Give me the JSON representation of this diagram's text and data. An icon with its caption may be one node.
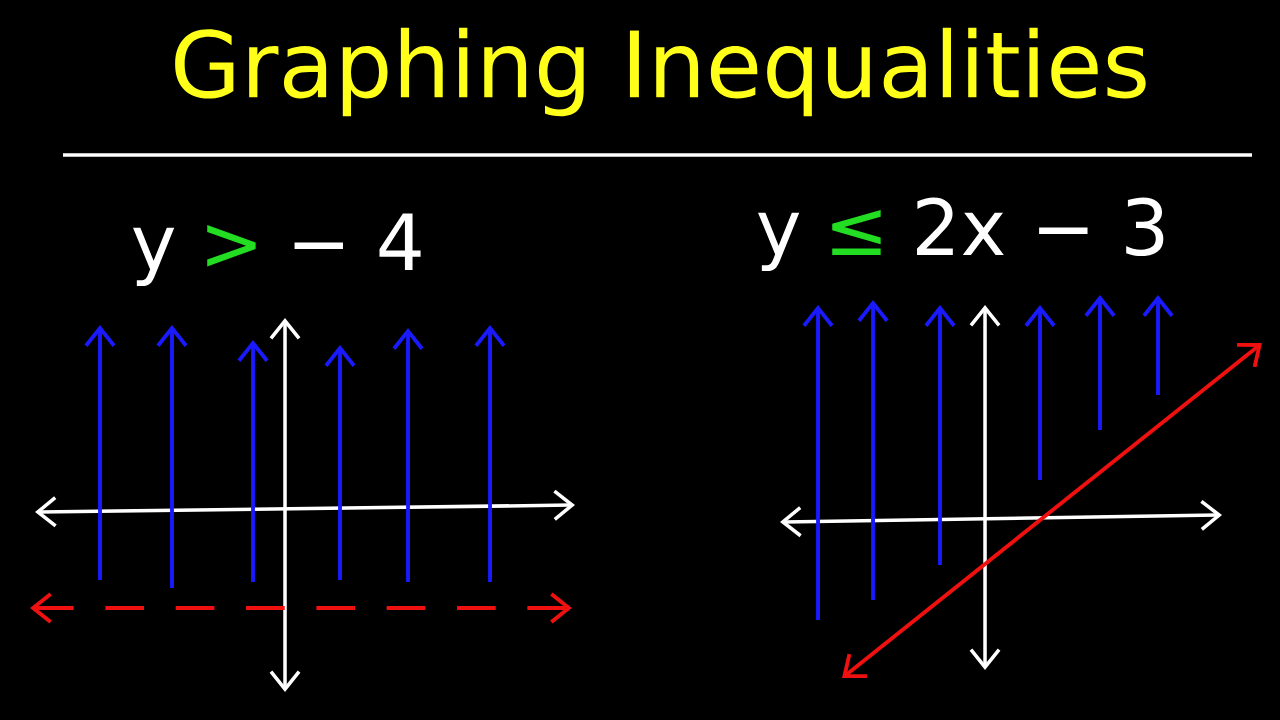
{
  "diagram": {
    "title": "Graphing Inequalities",
    "labels": [
      "y",
      ">",
      "− 4",
      "y",
      "≤",
      "2x − 3"
    ]
  }
}
